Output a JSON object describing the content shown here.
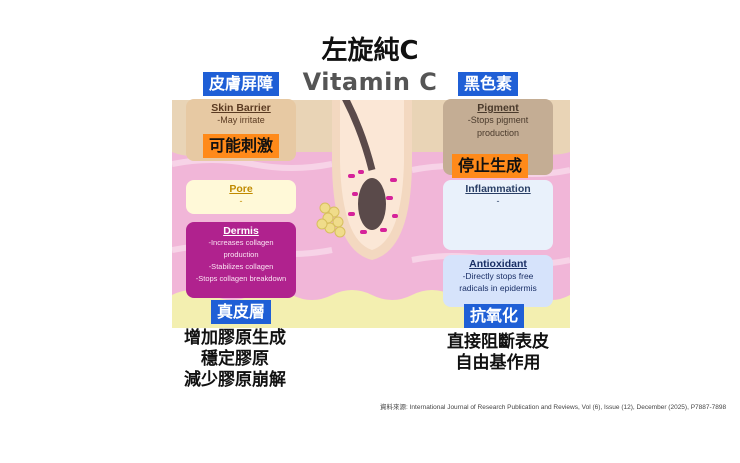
{
  "title": "左旋純C",
  "subtitle": "Vitamin C",
  "tags": {
    "skin_barrier_zh": "皮膚屏障",
    "pigment_zh": "黑色素",
    "irritate_zh": "可能刺激",
    "stop_gen_zh": "停止生成",
    "dermis_zh": "真皮層",
    "antioxidant_zh": "抗氧化"
  },
  "boxes": {
    "skin_barrier": {
      "title": "Skin Barrier",
      "body": "-May irritate"
    },
    "pigment": {
      "title": "Pigment",
      "body": "-Stops pigment\nproduction"
    },
    "pore": {
      "title": "Pore",
      "body": "-"
    },
    "inflammation": {
      "title": "Inflammation",
      "body": "-"
    },
    "dermis": {
      "title": "Dermis",
      "body": "-Increases collagen\nproduction\n-Stabilizes collagen\n-Stops collagen breakdown"
    },
    "antioxidant": {
      "title": "Antioxidant",
      "body": "-Directly stops free\nradicals in epidermis"
    }
  },
  "captions": {
    "left": [
      "增加膠原生成",
      "穩定膠原",
      "減少膠原崩解"
    ],
    "right": [
      "直接阻斷表皮",
      "自由基作用"
    ]
  },
  "source": "資料來源: International Journal of Research Publication and Reviews, Vol (6), Issue (12), December (2025), P7887-7898"
}
